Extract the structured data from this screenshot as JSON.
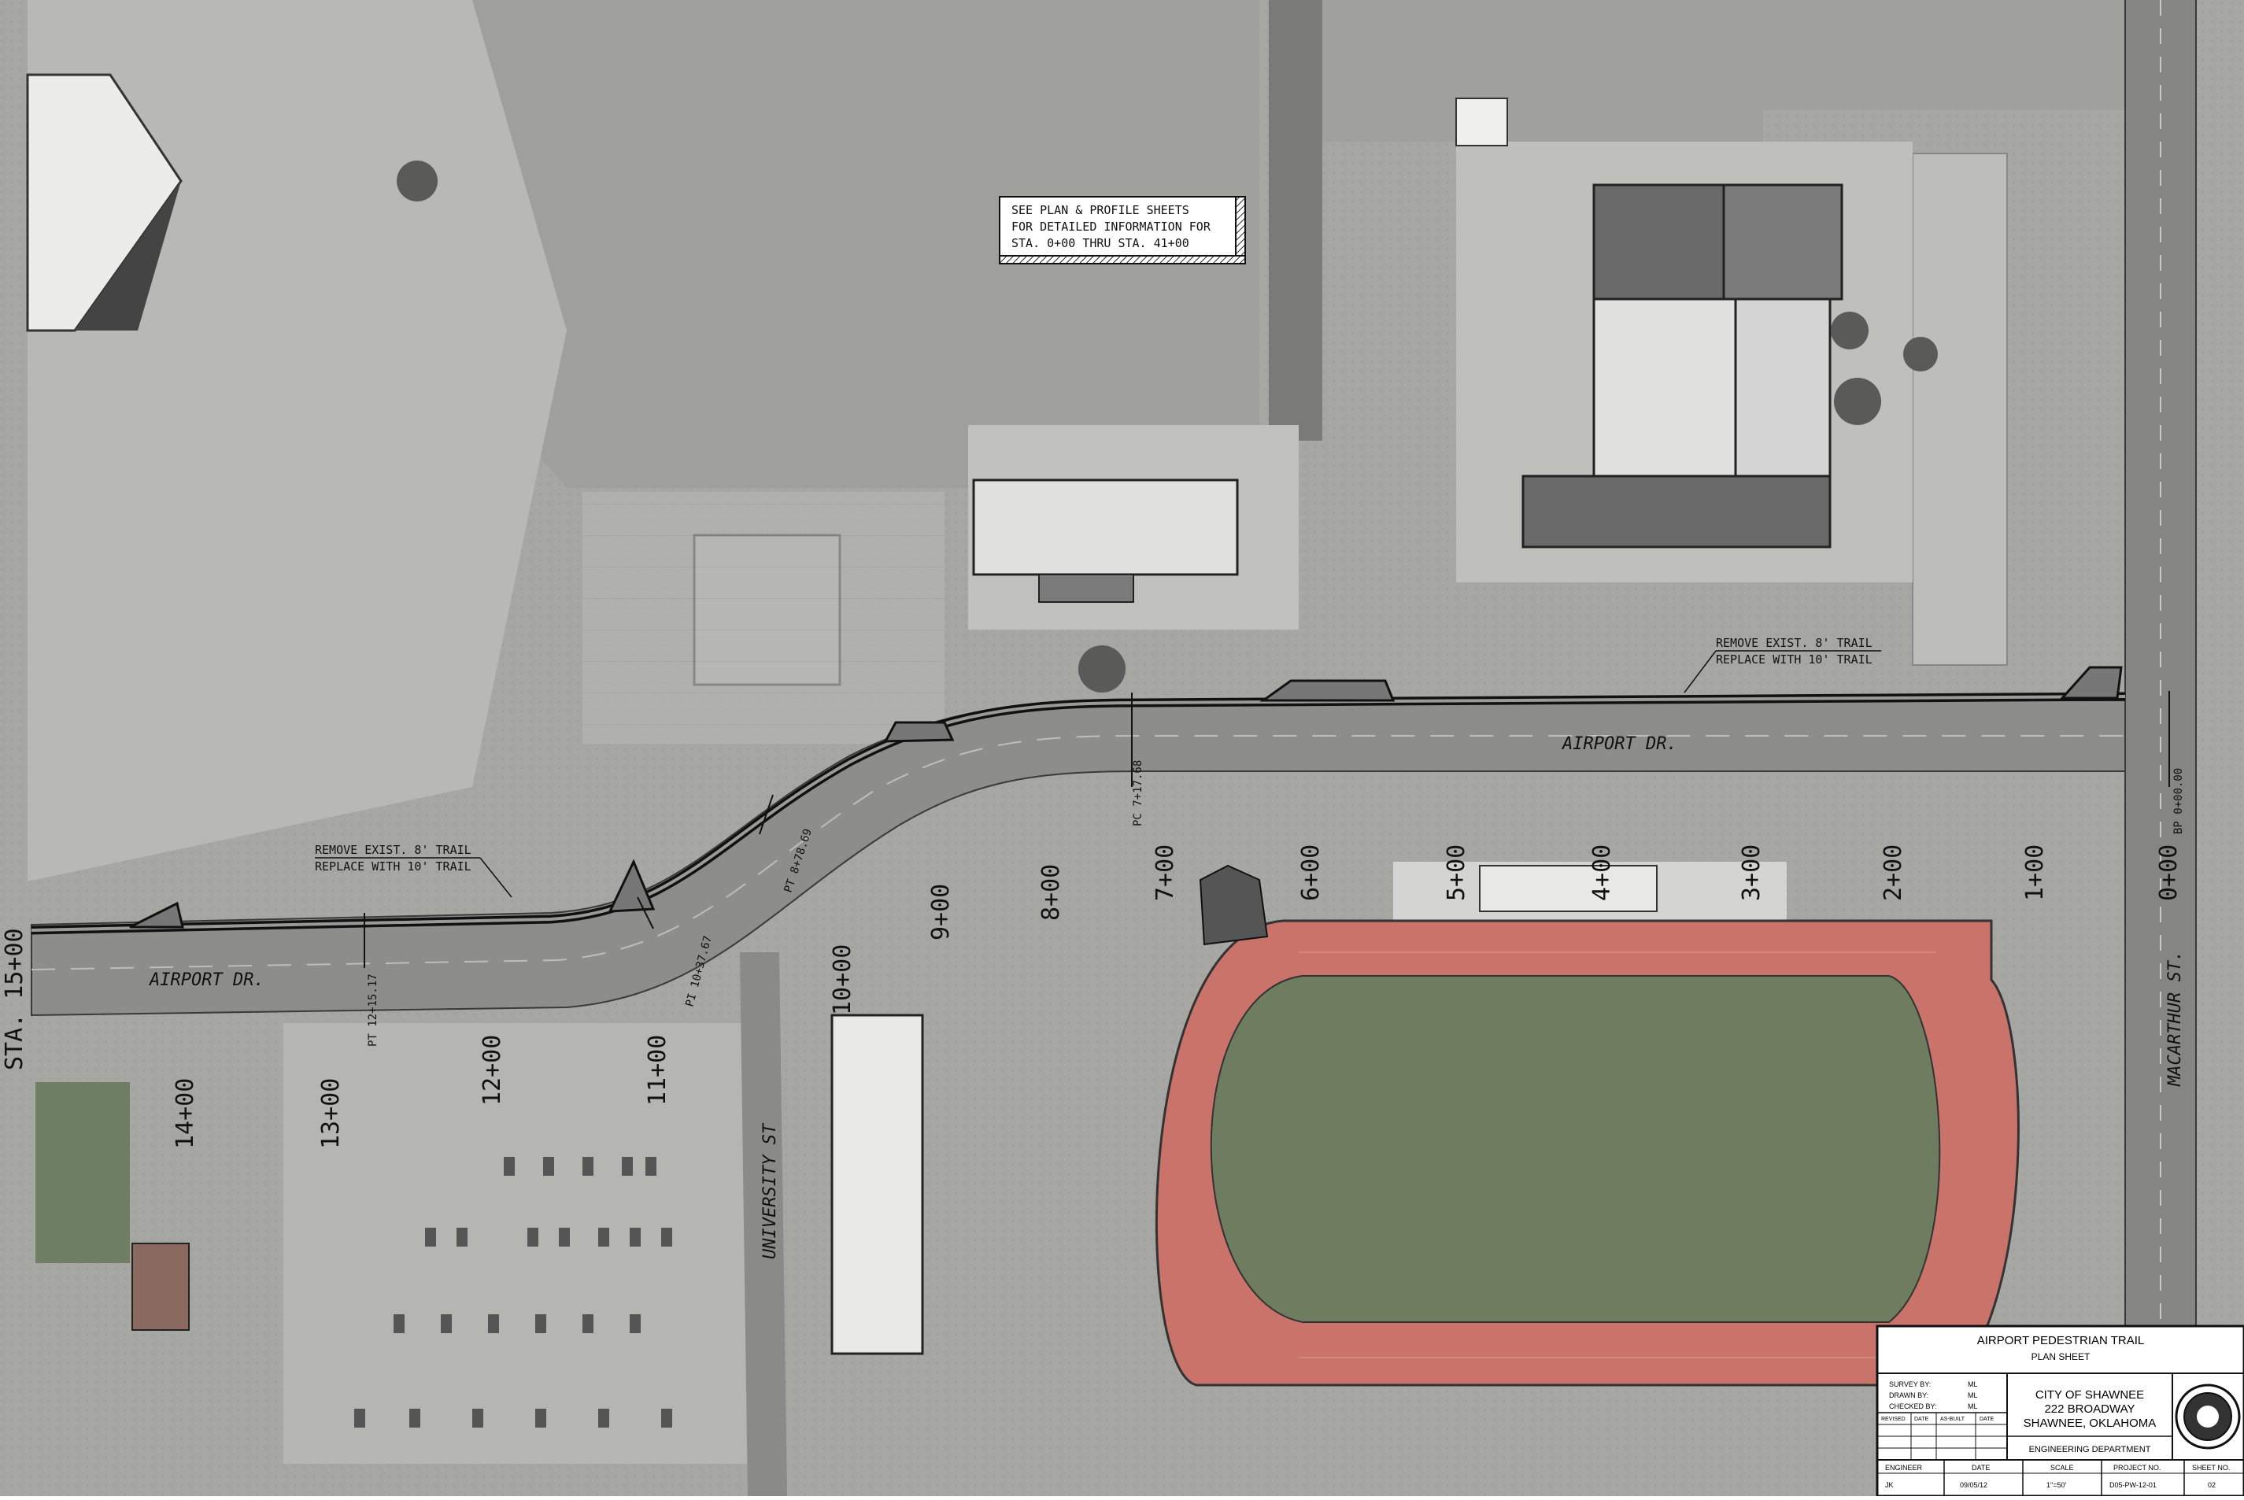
{
  "notes": {
    "plan_note": [
      "SEE PLAN & PROFILE SHEETS",
      "FOR DETAILED INFORMATION FOR",
      "STA. 0+00 THRU STA. 41+00"
    ],
    "trail_note_east": [
      "REMOVE EXIST. 8' TRAIL",
      "REPLACE WITH 10' TRAIL"
    ],
    "trail_note_west": [
      "REMOVE EXIST. 8' TRAIL",
      "REPLACE WITH 10' TRAIL"
    ],
    "match_line": "STA. 15+00"
  },
  "streets": {
    "airport_dr_east": "AIRPORT DR.",
    "airport_dr_west": "AIRPORT DR.",
    "university_st": "UNIVERSITY ST",
    "macarthur_st": "MACARTHUR ST."
  },
  "stations": [
    "0+00",
    "1+00",
    "2+00",
    "3+00",
    "4+00",
    "5+00",
    "6+00",
    "7+00",
    "8+00",
    "9+00",
    "10+00",
    "11+00",
    "12+00",
    "13+00",
    "14+00"
  ],
  "curve_points": {
    "bp": "BP 0+00.00",
    "pc1": "PC 7+17.68",
    "pt1": "PT 8+78.69",
    "pc2": "PI 10+37.67",
    "pt2": "PT 12+15.17"
  },
  "title_block": {
    "project": "AIRPORT PEDESTRIAN TRAIL",
    "sheet_type": "PLAN SHEET",
    "survey_by_label": "SURVEY BY:",
    "survey_by": "ML",
    "drawn_by_label": "DRAWN BY:",
    "drawn_by": "ML",
    "checked_by_label": "CHECKED BY:",
    "checked_by": "ML",
    "rev_headers": [
      "REVISED",
      "DATE",
      "AS-BUILT",
      "DATE"
    ],
    "agency": [
      "CITY OF SHAWNEE",
      "222 BROADWAY",
      "SHAWNEE, OKLAHOMA"
    ],
    "department": "ENGINEERING DEPARTMENT",
    "engineer_label": "ENGINEER",
    "engineer": "JK",
    "date_label": "DATE",
    "date": "09/05/12",
    "scale_label": "SCALE",
    "scale": "1\"=50'",
    "project_no_label": "PROJECT NO.",
    "project_no": "D05-PW-12-01",
    "sheet_no_label": "SHEET NO.",
    "sheet_no": "02"
  },
  "colors": {
    "ground": "#a3a3a0",
    "pavement": "#8a8a88",
    "track": "#c76a5e",
    "field": "#6a7a5a",
    "roof_light": "#d9d9d9",
    "roof_dark": "#6d6d6d"
  }
}
